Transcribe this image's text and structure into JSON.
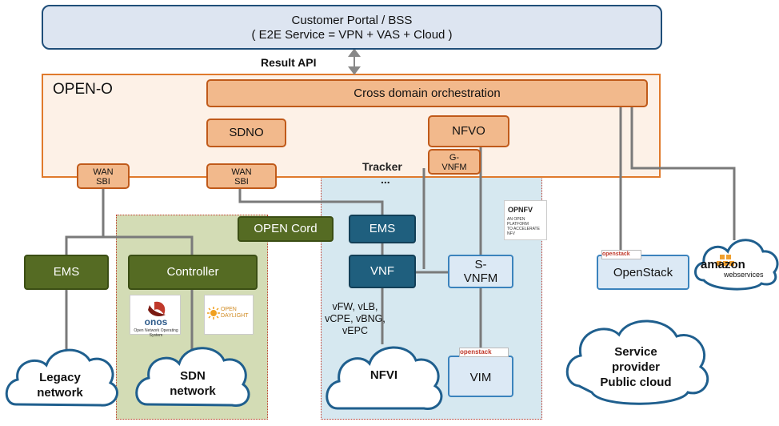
{
  "portal": {
    "line1": "Customer Portal / BSS",
    "line2": "( E2E Service = VPN + VAS + Cloud )"
  },
  "result_api": "Result API",
  "open_o": {
    "label": "OPEN-O",
    "cross_domain": "Cross domain orchestration",
    "sdno": "SDNO",
    "nfvo": "NFVO",
    "g_vnfm": {
      "l1": "G-",
      "l2": "VNFM"
    },
    "wan_sbi_1": {
      "l1": "WAN",
      "l2": "SBI"
    },
    "wan_sbi_2": {
      "l1": "WAN",
      "l2": "SBI"
    }
  },
  "tracker": "Tracker",
  "tracker_dots": "...",
  "open_cord": "OPEN Cord",
  "ems_legacy": "EMS",
  "controller": "Controller",
  "ems_nfv": "EMS",
  "vnf": "VNF",
  "s_vnfm": {
    "l1": "S-",
    "l2": "VNFM"
  },
  "vnf_list": [
    "vFW, vLB,",
    "vCPE, vBNG,",
    "vEPC"
  ],
  "vim": "VIM",
  "openstack": "OpenStack",
  "clouds": {
    "legacy": [
      "Legacy",
      "network"
    ],
    "sdn": [
      "SDN",
      "network"
    ],
    "nfvi": "NFVI",
    "service_provider": [
      "Service",
      "provider",
      "Public cloud"
    ]
  },
  "logos": {
    "onos": "onos",
    "onos_sub": "Open Network Operating System",
    "opendaylight": [
      "OPEN",
      "DAYLIGHT"
    ],
    "opnfv": "OPNFV",
    "opnfv_sub": [
      "AN OPEN PLATFORM",
      "TO ACCELERATE NFV"
    ],
    "openstack_tag": "openstack",
    "amazon": "amazon",
    "aws": "webservices"
  },
  "colors": {
    "orange": "#e07a2c",
    "olive": "#556b23",
    "teal": "#1f5f7e",
    "blue": "#3b83bd",
    "portal_border": "#1f4e79"
  }
}
